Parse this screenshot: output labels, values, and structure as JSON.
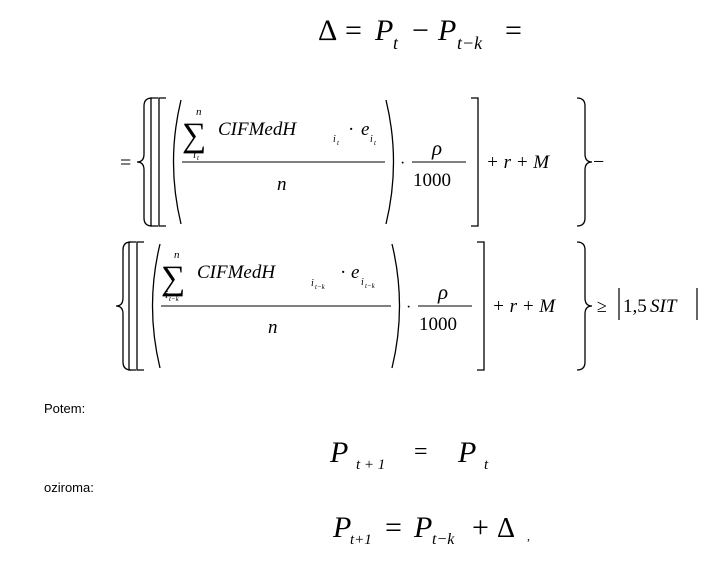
{
  "equation1": {
    "delta": "Δ",
    "equals": "=",
    "p": "P",
    "sub_t": "t",
    "minus": "−",
    "sub_tk": "t−k"
  },
  "row1": {
    "lead_equals": "=",
    "sum": "∑",
    "sum_upper": "n",
    "sum_lower": "i",
    "sum_lower_sub": "t",
    "cif": "CIFMedH",
    "cif_sub_i": "i",
    "cif_sub_t": "t",
    "dot": "·",
    "e": "e",
    "e_sub_i": "i",
    "e_sub_t": "t",
    "denominator": "n",
    "rho": "ρ",
    "thousand": "1000",
    "plus_r_plus_m": "+ r + M",
    "trailing_minus": "−"
  },
  "row2": {
    "sum": "∑",
    "sum_upper": "n",
    "sum_lower": "i",
    "sum_lower_sub": "t−k",
    "cif": "CIFMedH",
    "cif_sub_i": "i",
    "cif_sub_t": "t−k",
    "dot": "·",
    "e": "e",
    "e_sub_i": "i",
    "e_sub_t": "t−k",
    "denominator": "n",
    "rho": "ρ",
    "thousand": "1000",
    "plus_r_plus_m": "+ r + M",
    "geq": "≥",
    "threshold": "1,5",
    "sit": "SIT"
  },
  "label_potem": "Potem:",
  "equation2": {
    "p": "P",
    "sub_left": "t + 1",
    "equals": "=",
    "sub_right": "t"
  },
  "label_oziroma": "oziroma:",
  "equation3": {
    "p": "P",
    "sub_left": "t+1",
    "equals": "=",
    "sub_right": "t−k",
    "plus": "+",
    "delta": "Δ",
    "comma": ","
  }
}
